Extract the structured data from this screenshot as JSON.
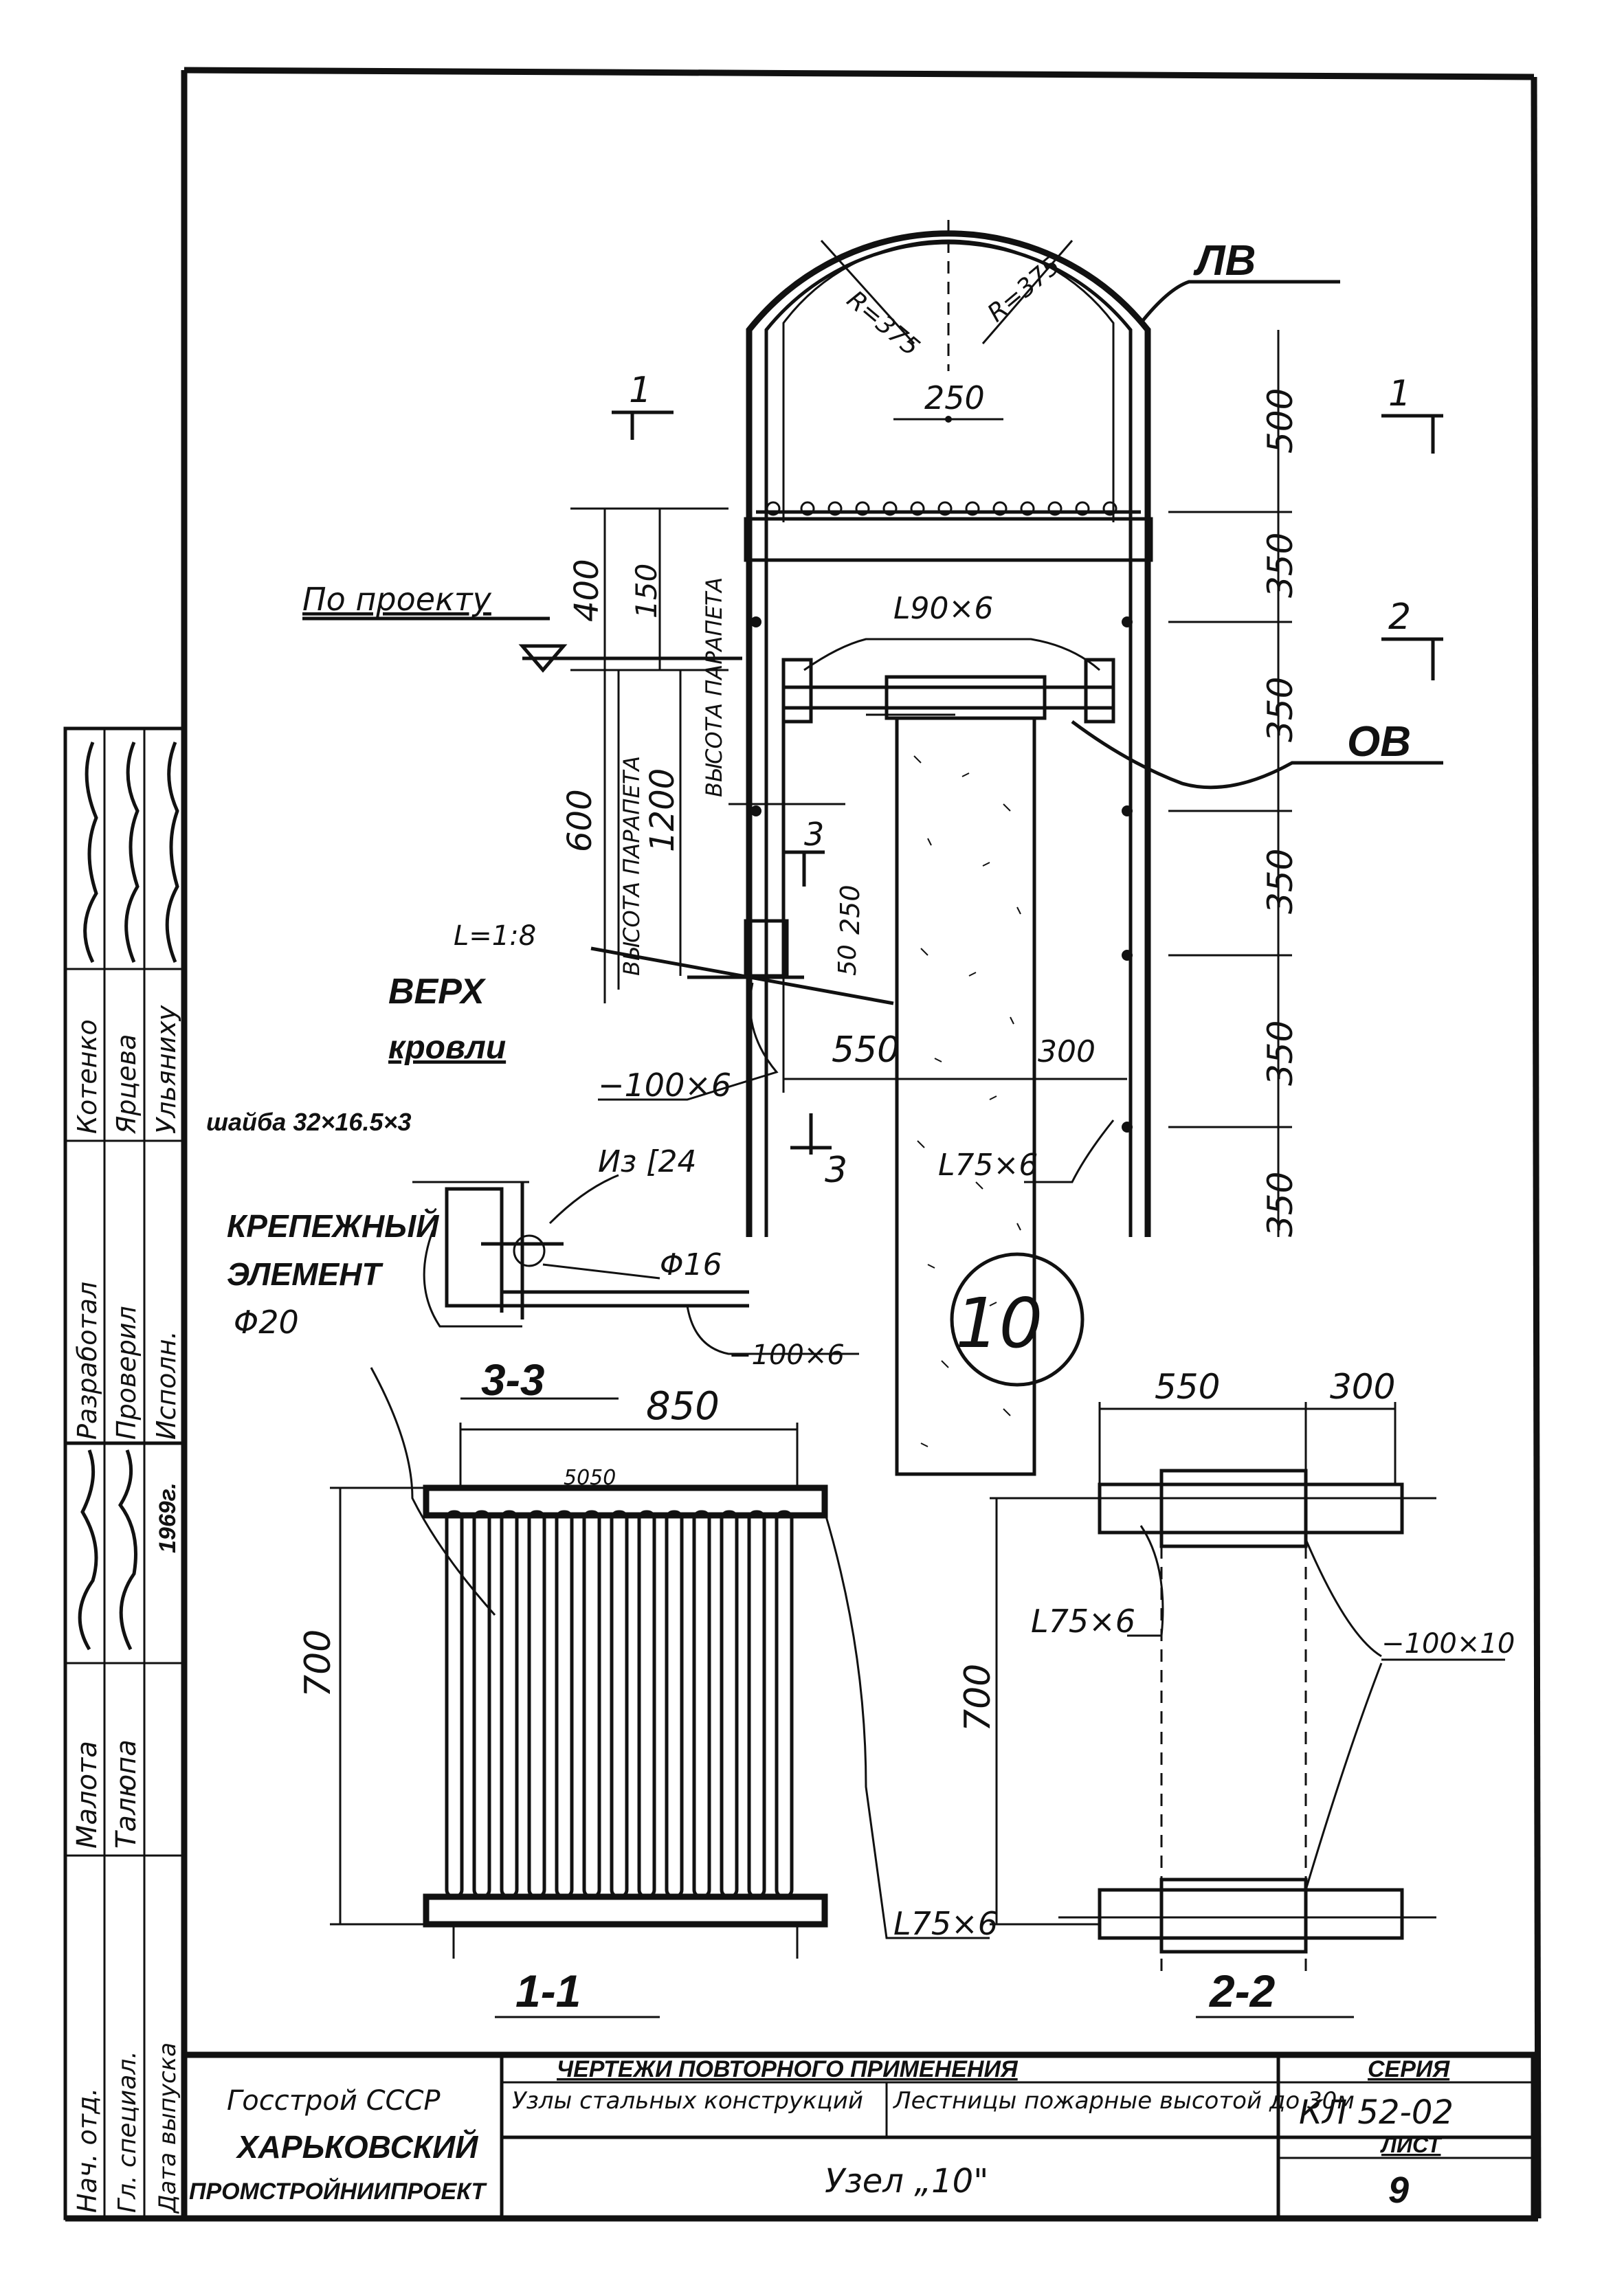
{
  "markers": {
    "lv": "ЛВ",
    "ov": "ОВ",
    "detail_number": "10",
    "section_1": "1",
    "section_2": "2",
    "section_3": "3"
  },
  "notes": {
    "po_proektu": "По проекту",
    "verh_krovli_1": "ВЕРХ",
    "verh_krovli_2": "кровли",
    "slope": "L=1:8",
    "parapet_height_1": "ВЫСОТА ПАРАПЕТА",
    "parapet_height_2": "ВЫСОТА ПАРАПЕТА",
    "shaiba": "шайба 32×16.5×3",
    "iz_c24": "Из [24",
    "krepezhny_1": "КРЕПЕЖНЫЙ",
    "krepezhny_2": "ЭЛЕМЕНТ"
  },
  "dimensions": {
    "r375_left": "R=375",
    "r375_right": "R=375",
    "d250_top": "250",
    "d500": "500",
    "d350_a": "350",
    "d350_b": "350",
    "d350_c": "350",
    "d350_d": "350",
    "d350_e": "350",
    "d400": "400",
    "d150": "150",
    "d600": "600",
    "d1200": "1200",
    "d250_side": "250",
    "d50": "50",
    "d550_main": "550",
    "d300_main": "300",
    "angle_90x6": "L90×6",
    "plate_100x6_main": "−100×6",
    "angle_75x6_main": "L75×6",
    "phi16": "Φ16",
    "phi20": "Φ20",
    "plate_100x6_s33": "−100×6",
    "d850": "850",
    "d5050": "5050",
    "d700_s11": "700",
    "angle_75x6_s11": "L75×6",
    "d550_s22": "550",
    "d300_s22": "300",
    "d700_s22": "700",
    "angle_75x6_s22": "L75×6",
    "plate_100x10": "−100×10"
  },
  "section_titles": {
    "s33": "3-3",
    "s11": "1-1",
    "s22": "2-2"
  },
  "side_stamp": {
    "rows": [
      {
        "role": "Нач. отд.",
        "name": "Малота",
        "sign": "signature"
      },
      {
        "role": "Гл. специал.",
        "name": "Талюпа",
        "sign": "signature"
      },
      {
        "role": "Дата выпуска",
        "name": "",
        "sign": "1969г."
      },
      {
        "role": "Разработал",
        "name": "Котенко",
        "sign": "signature"
      },
      {
        "role": "Проверил",
        "name": "Ярцева",
        "sign": "signature"
      },
      {
        "role": "Исполн.",
        "name": "Ульяниху",
        "sign": "signature"
      }
    ]
  },
  "title_block": {
    "org_1": "Госстрой СССР",
    "org_2": "ХАРЬКОВСКИЙ",
    "org_3": "ПРОМСТРОЙНИИПРОЕКТ",
    "header": "ЧЕРТЕЖИ ПОВТОРНОГО ПРИМЕНЕНИЯ",
    "col1": "Узлы стальных конструкций",
    "col2": "Лестницы пожарные высотой до 30м",
    "seria_label": "СЕРИЯ",
    "seria_value": "КЛ 52-02",
    "list_label": "ЛИСТ",
    "list_value": "9",
    "sheet_title": "Узел „10\""
  }
}
